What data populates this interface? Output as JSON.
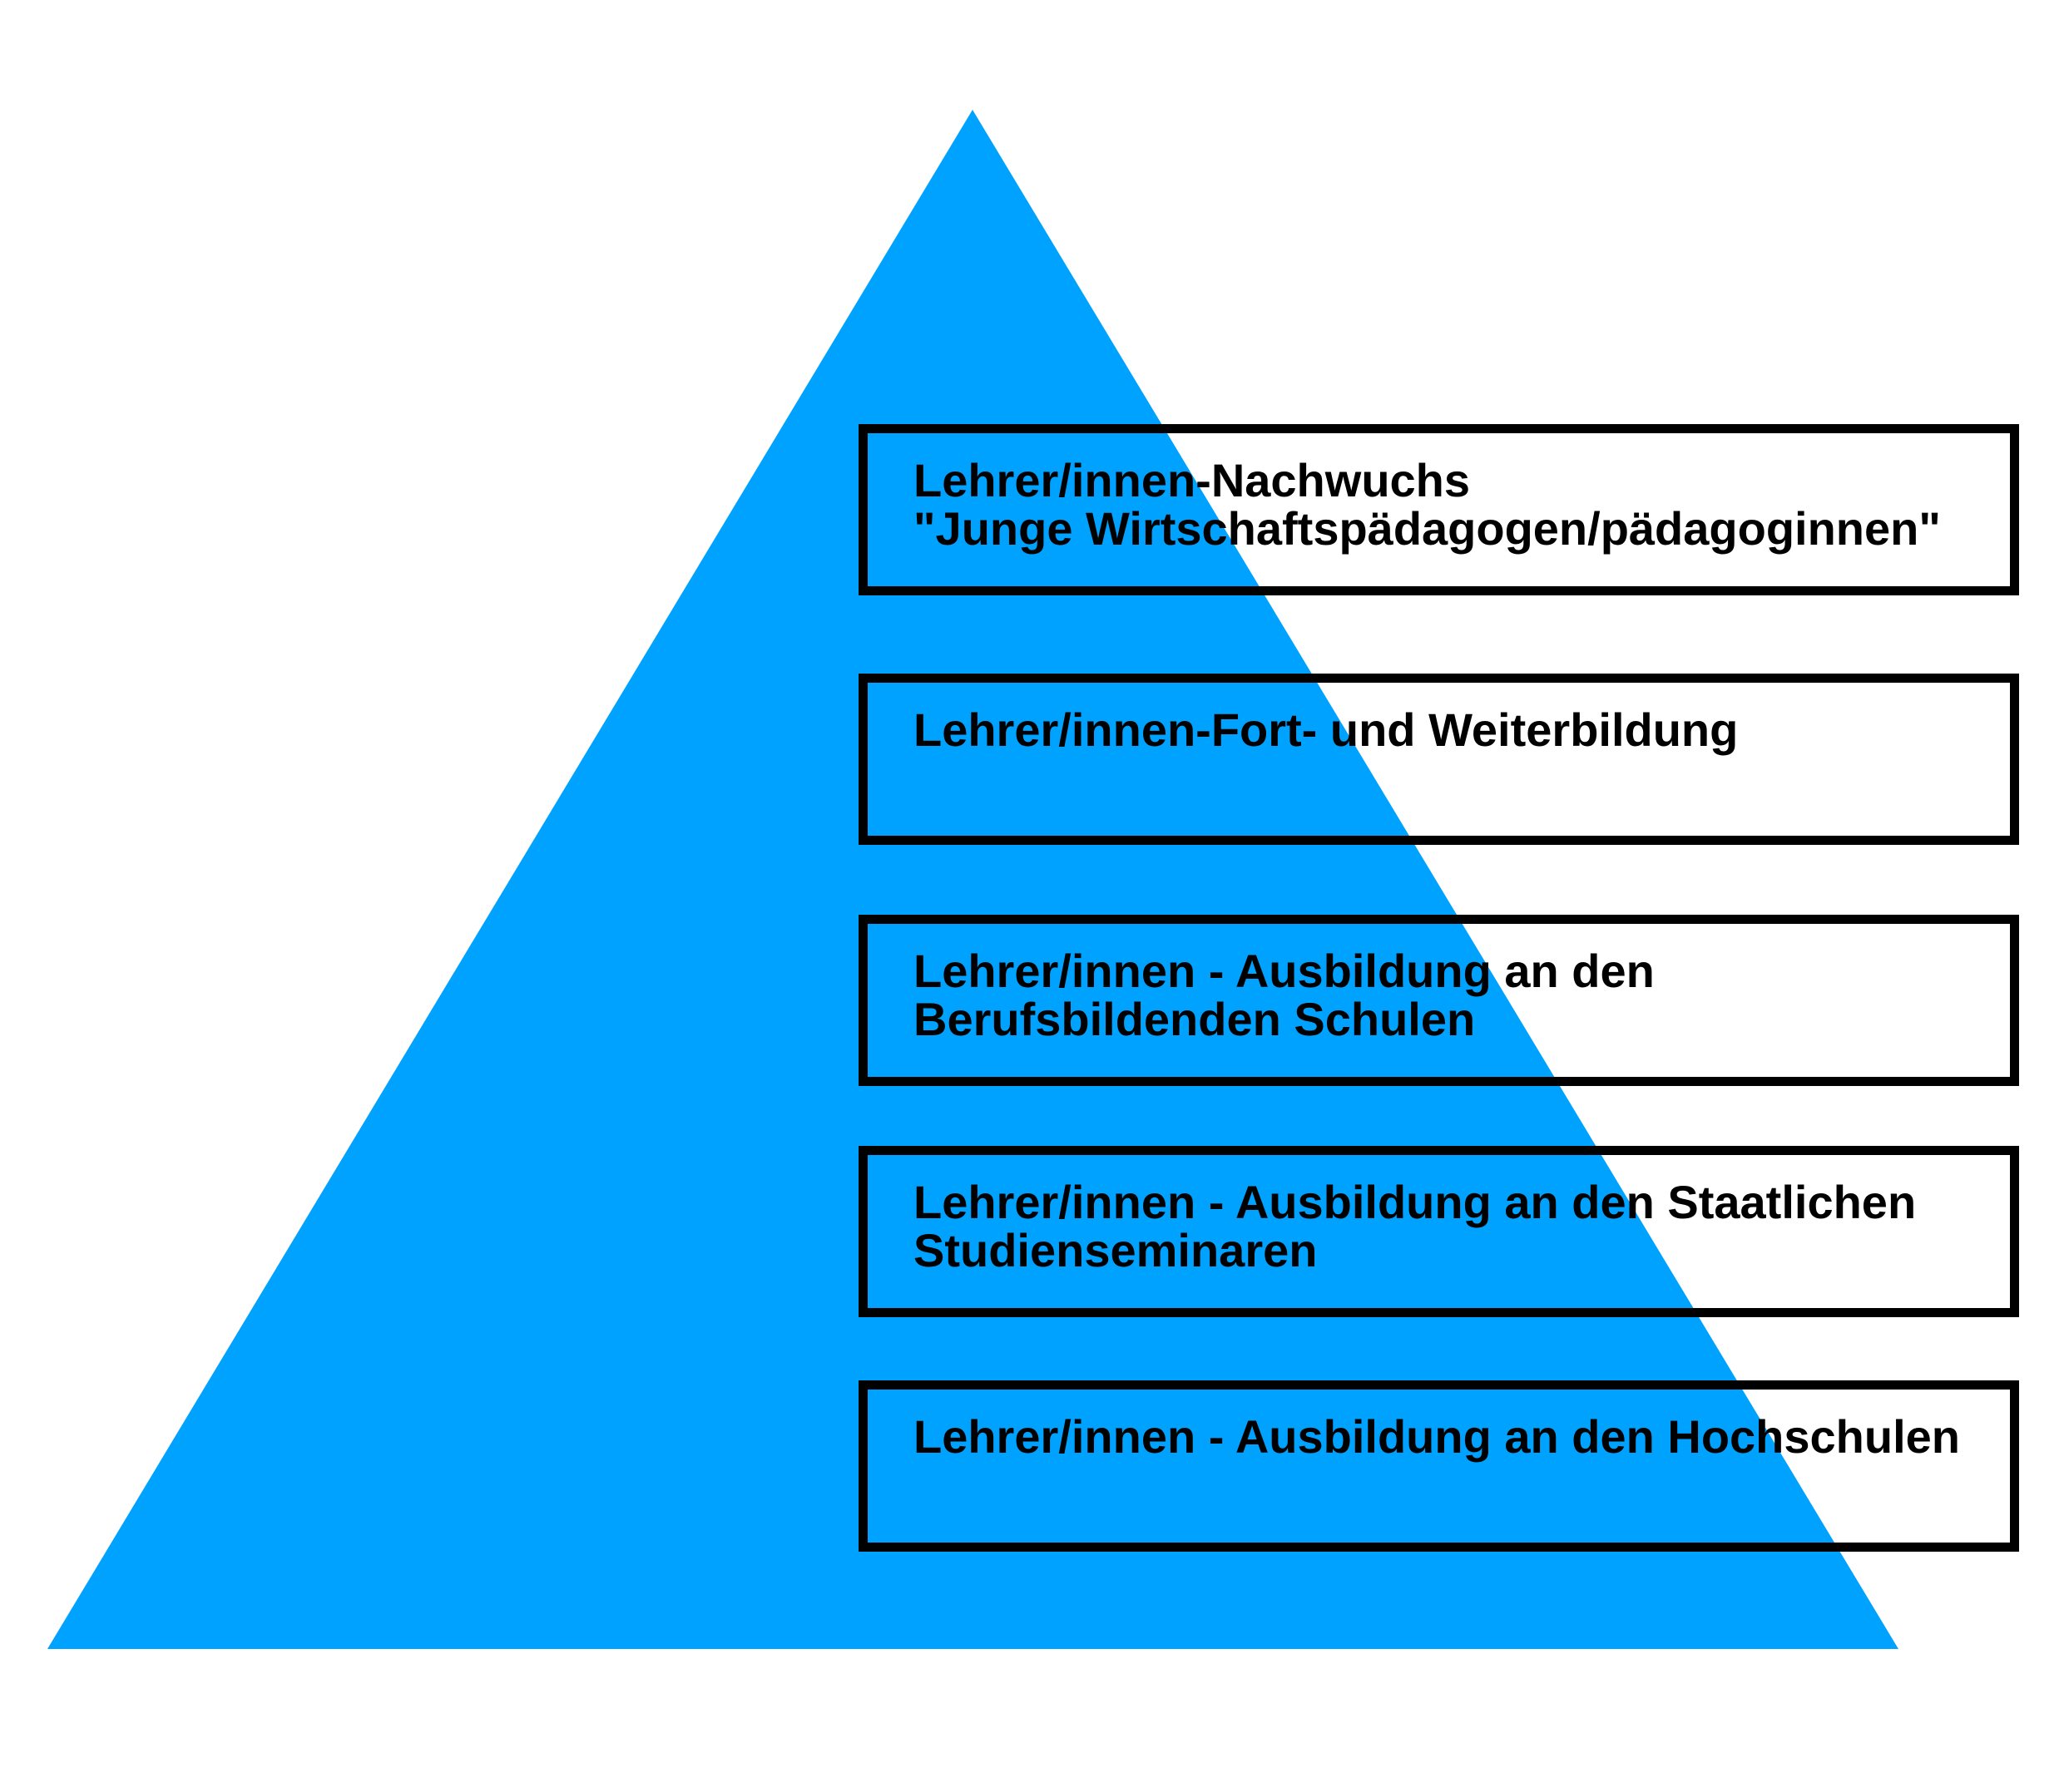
{
  "colors": {
    "pyramid_fill": "#00A2FF",
    "box_border": "#000000",
    "text": "#000000",
    "background": "#FFFFFF"
  },
  "levels": [
    {
      "lines": [
        "Lehrer/innen-Nachwuchs",
        "\"Junge Wirtschaftspädagogen/pädagoginnen\""
      ]
    },
    {
      "lines": [
        "Lehrer/innen-Fort- und Weiterbildung"
      ]
    },
    {
      "lines": [
        "Lehrer/innen - Ausbildung an den",
        "Berufsbildenden Schulen"
      ]
    },
    {
      "lines": [
        "Lehrer/innen - Ausbildung an den Staatlichen",
        "Studienseminaren"
      ]
    },
    {
      "lines": [
        "Lehrer/innen - Ausbildung an den Hochschulen"
      ]
    }
  ]
}
